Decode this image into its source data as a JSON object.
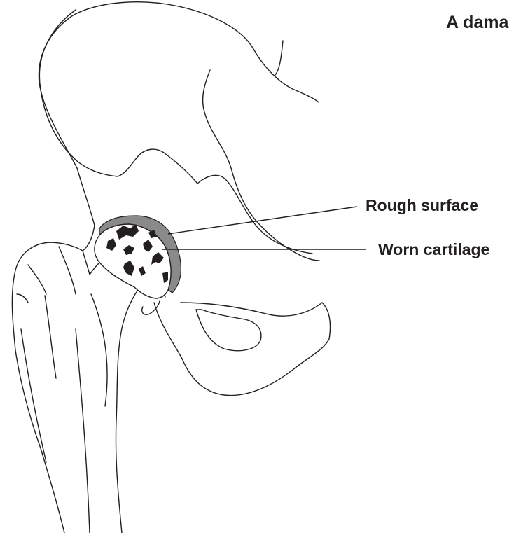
{
  "diagram": {
    "title": "A dama",
    "labels": {
      "rough_surface": "Rough surface",
      "worn_cartilage": "Worn cartilage"
    },
    "colors": {
      "ink": "#231f20",
      "cartilage_gray": "#8a8a8a",
      "background": "#ffffff"
    }
  }
}
